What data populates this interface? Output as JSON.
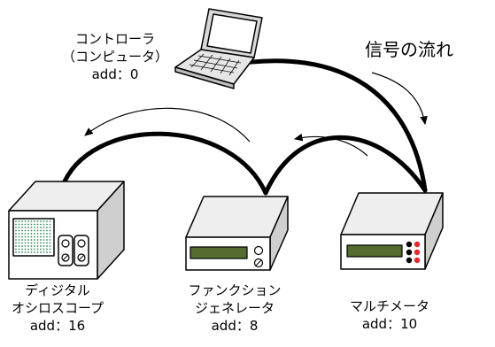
{
  "title": "信号の流れ",
  "devices": {
    "controller": {
      "line1": "コントローラ",
      "line2": "（コンピュータ）",
      "address": "add：0"
    },
    "oscilloscope": {
      "line1": "ディジタル",
      "line2": "オシロスコープ",
      "address": "add：16"
    },
    "function_generator": {
      "line1": "ファンクション",
      "line2": "ジェネレータ",
      "address": "add：8"
    },
    "multimeter": {
      "line1": "マルチメータ",
      "address": "add：10"
    }
  }
}
